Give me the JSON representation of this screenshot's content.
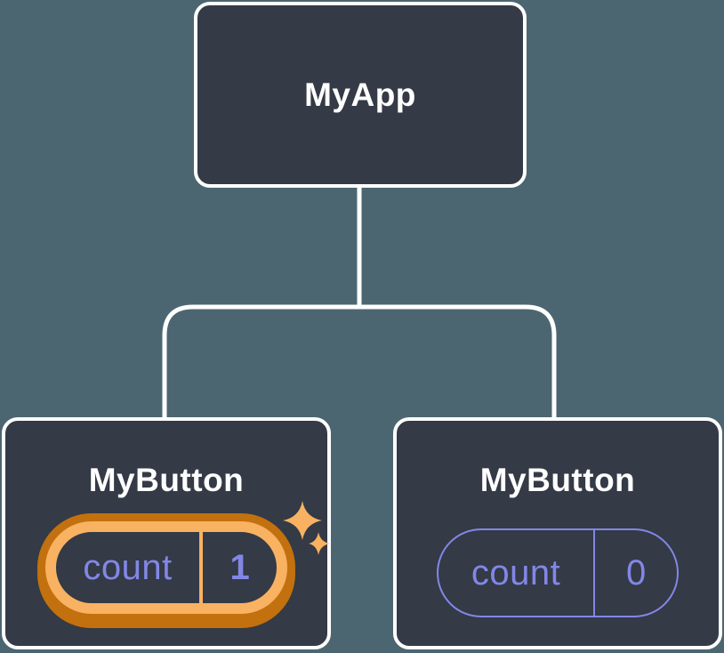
{
  "tree": {
    "root": {
      "label": "MyApp"
    },
    "children": [
      {
        "label": "MyButton",
        "state": {
          "key": "count",
          "value": "1"
        },
        "highlighted": true
      },
      {
        "label": "MyButton",
        "state": {
          "key": "count",
          "value": "0"
        },
        "highlighted": false
      }
    ]
  },
  "colors": {
    "background": "#4C6671",
    "node_fill": "#343A46",
    "node_border": "#FFFFFF",
    "state_accent_purple": "#8287E6",
    "highlight_orange": "#F9B262",
    "highlight_orange_dark": "#C2710E"
  },
  "icons": {
    "sparkles": "sparkles-icon"
  }
}
